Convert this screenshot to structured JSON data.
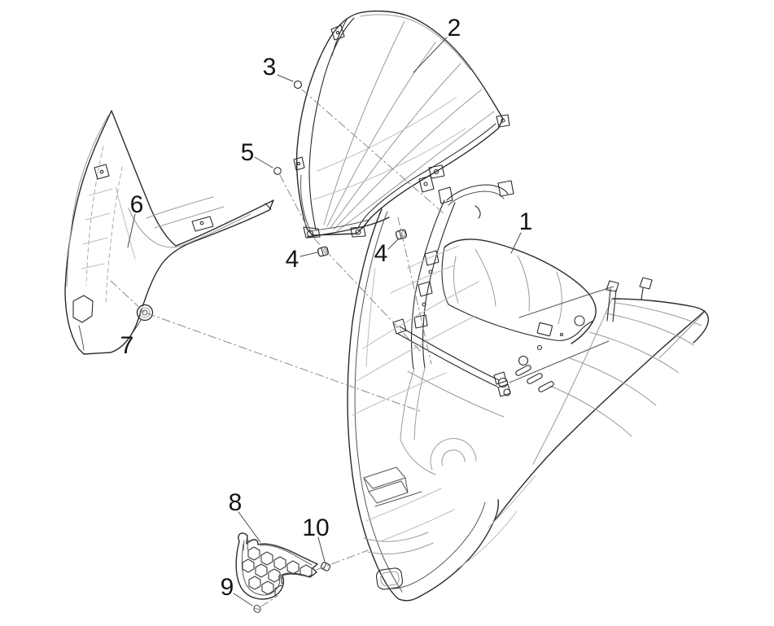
{
  "diagram": {
    "type": "exploded-parts-diagram",
    "background": "#ffffff",
    "colors": {
      "line": "#2a2a2a",
      "detail": "#9a9a9a",
      "leader": "#4a4a4a",
      "assembly_axis": "#8a8a8a",
      "label": "#141414"
    },
    "callouts": [
      {
        "text": "1"
      },
      {
        "text": "2"
      },
      {
        "text": "3"
      },
      {
        "text": "4"
      },
      {
        "text": "4"
      },
      {
        "text": "5"
      },
      {
        "text": "6"
      },
      {
        "text": "7"
      },
      {
        "text": "8"
      },
      {
        "text": "9"
      },
      {
        "text": "10"
      }
    ]
  }
}
